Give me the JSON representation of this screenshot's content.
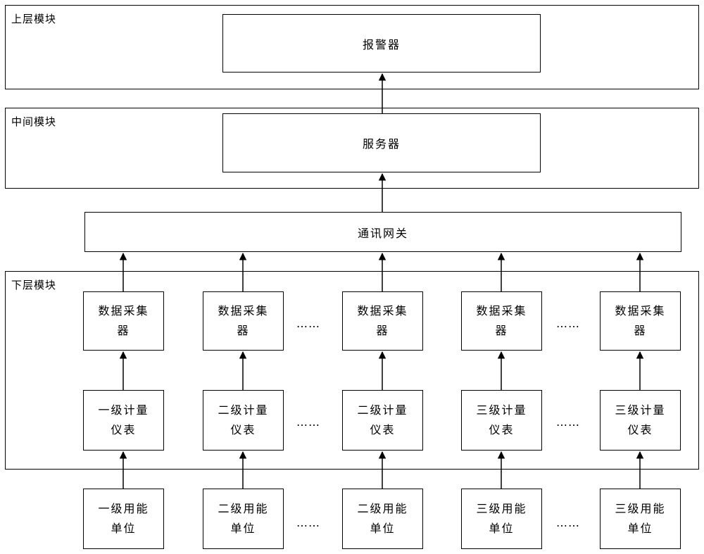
{
  "modules": {
    "upper": "上层模块",
    "middle": "中间模块",
    "lower": "下层模块"
  },
  "alarm": "报警器",
  "server": "服务器",
  "gateway": "通讯网关",
  "ellipsis": "……",
  "collectors": [
    {
      "line1": "数据采集",
      "line2": "器"
    },
    {
      "line1": "数据采集",
      "line2": "器"
    },
    {
      "line1": "数据采集",
      "line2": "器"
    },
    {
      "line1": "数据采集",
      "line2": "器"
    },
    {
      "line1": "数据采集",
      "line2": "器"
    }
  ],
  "meters": [
    {
      "line1": "一级计量",
      "line2": "仪表"
    },
    {
      "line1": "二级计量",
      "line2": "仪表"
    },
    {
      "line1": "二级计量",
      "line2": "仪表"
    },
    {
      "line1": "三级计量",
      "line2": "仪表"
    },
    {
      "line1": "三级计量",
      "line2": "仪表"
    }
  ],
  "units": [
    {
      "line1": "一级用能",
      "line2": "单位"
    },
    {
      "line1": "二级用能",
      "line2": "单位"
    },
    {
      "line1": "二级用能",
      "line2": "单位"
    },
    {
      "line1": "三级用能",
      "line2": "单位"
    },
    {
      "line1": "三级用能",
      "line2": "单位"
    }
  ]
}
